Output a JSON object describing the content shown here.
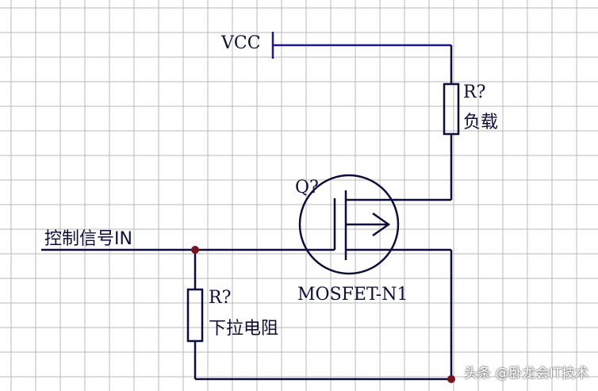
{
  "vcc_label": "VCC",
  "load_resistor": {
    "designator": "R?",
    "name": "负载"
  },
  "transistor": {
    "designator": "Q?",
    "name": "MOSFET-N1"
  },
  "input_label": "控制信号IN",
  "pulldown_resistor": {
    "designator": "R?",
    "name": "下拉电阻"
  },
  "watermark": "头条 @卧龙会IT技术",
  "colors": {
    "wire": "#0d0d3a",
    "grid": "#b8b8b8",
    "junction": "#7a1020"
  }
}
